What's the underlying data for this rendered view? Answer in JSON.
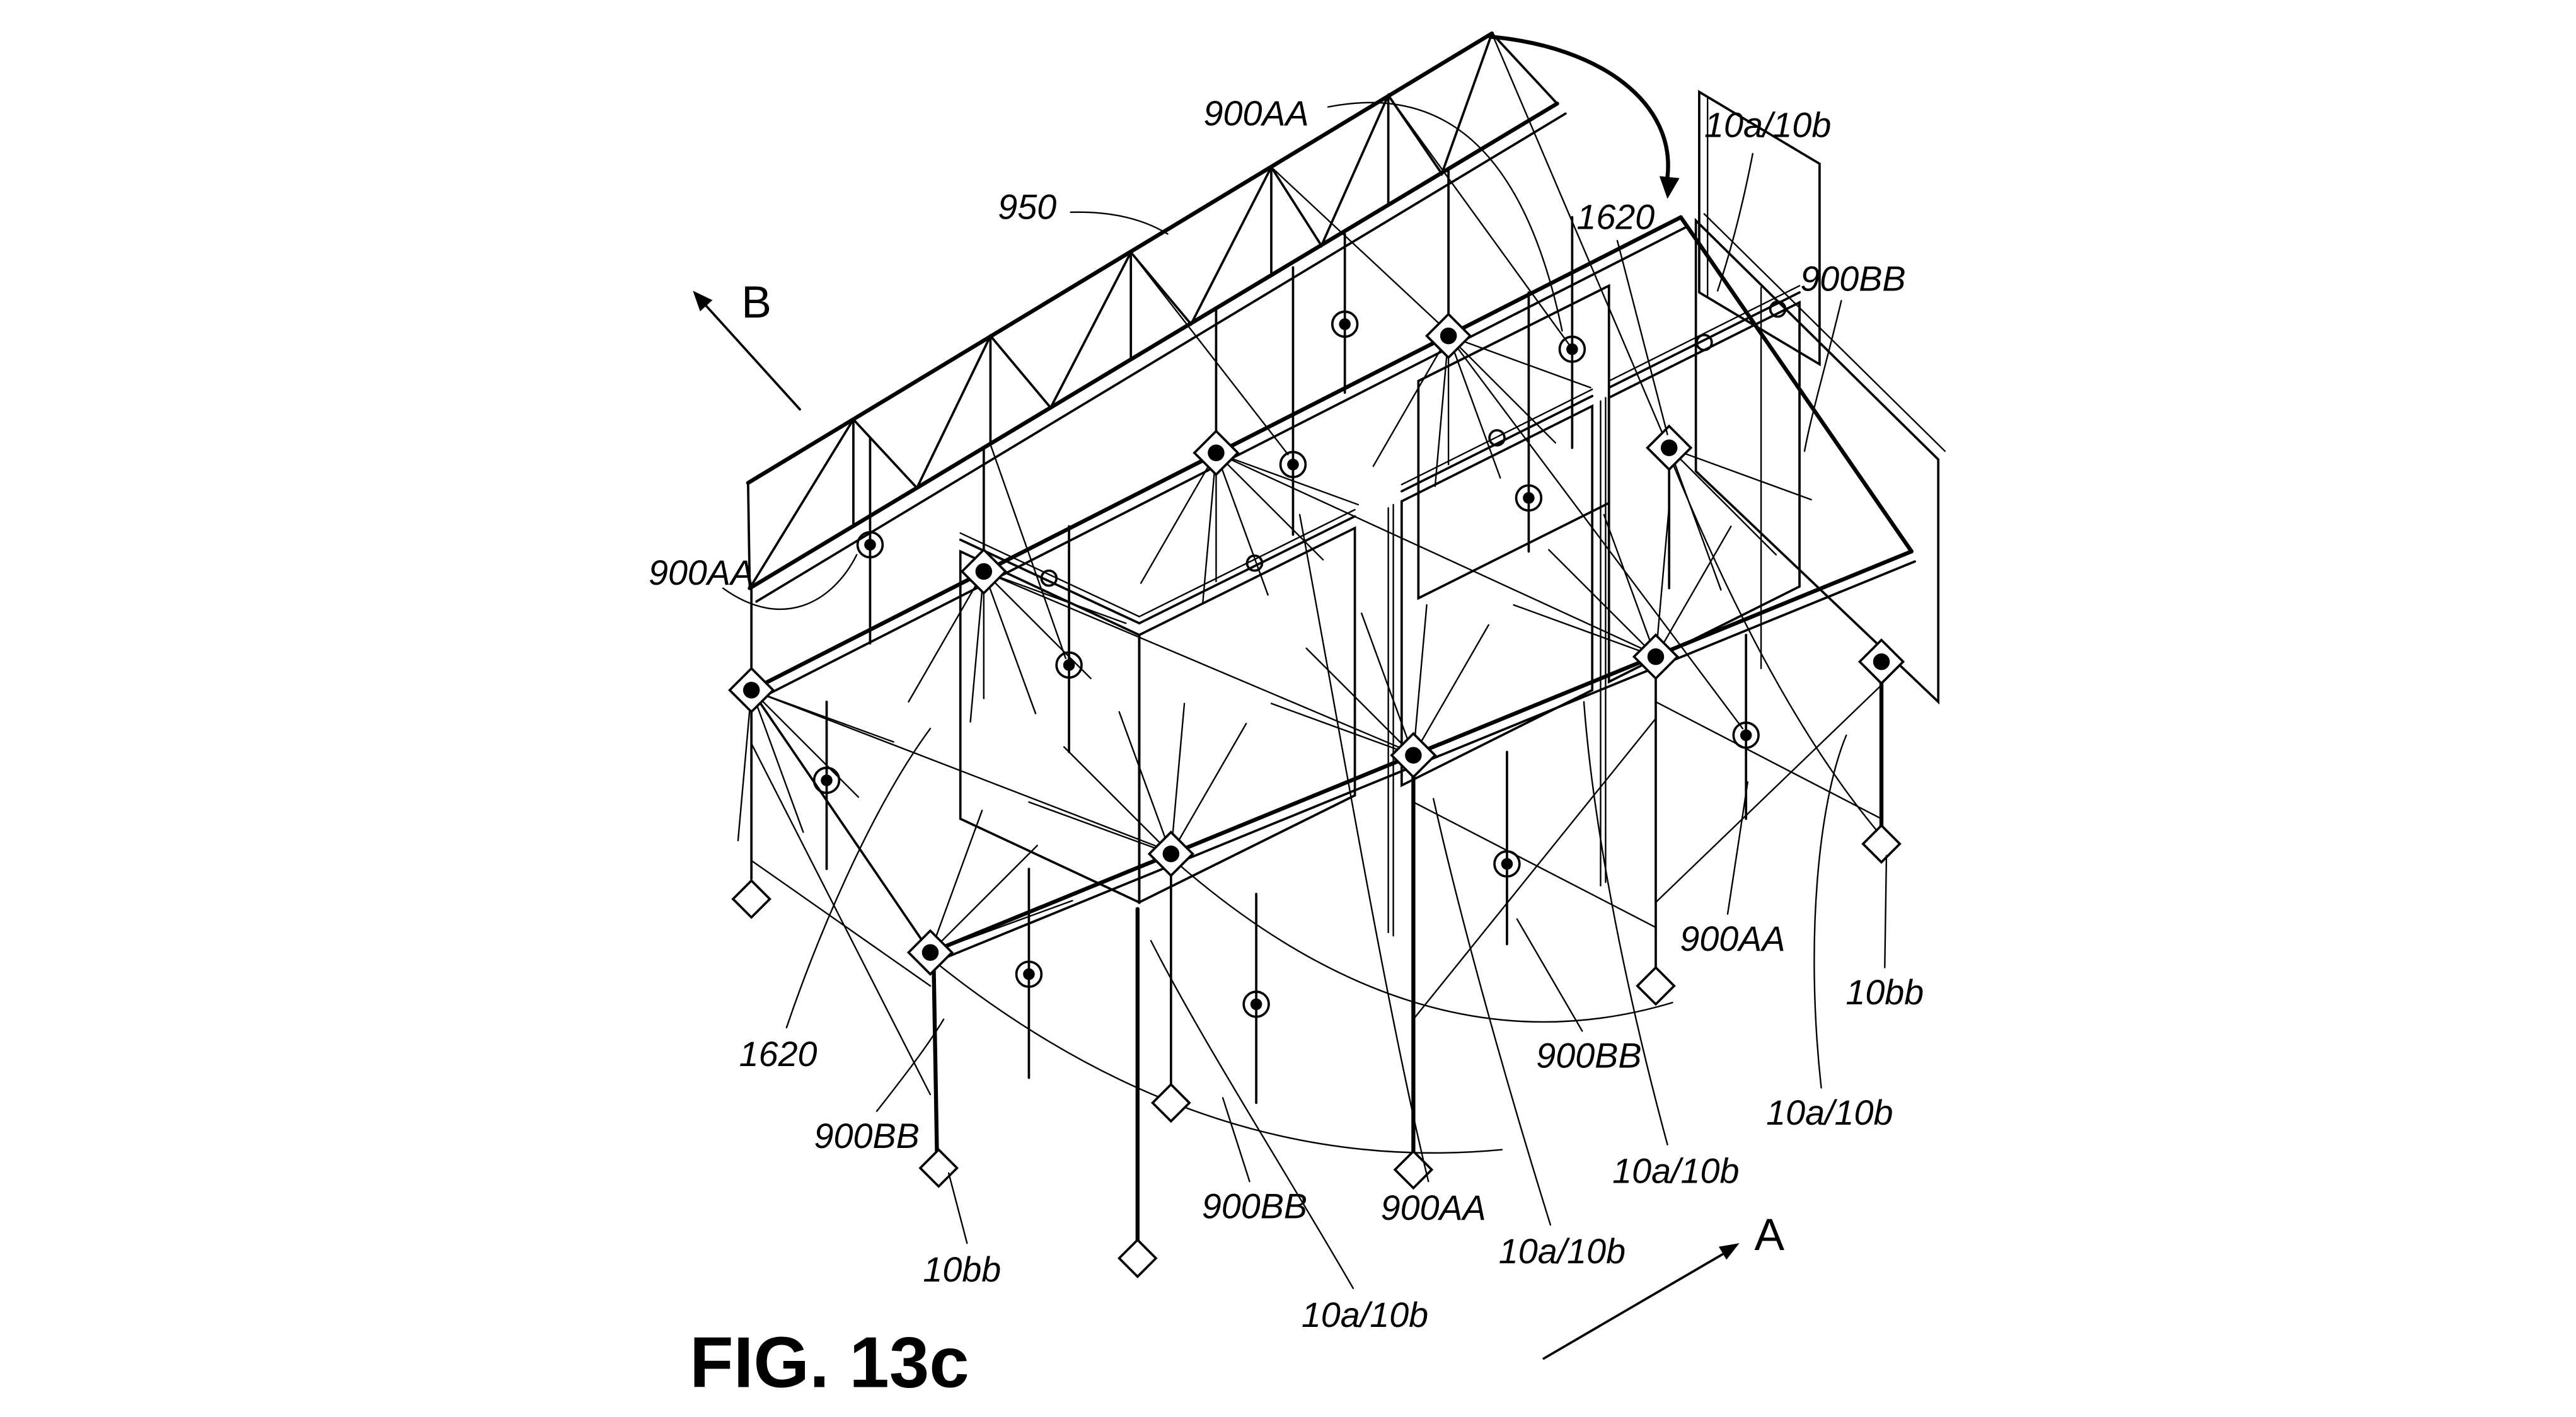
{
  "figure": {
    "caption": "FIG. 13c"
  },
  "colors": {
    "ink": "#000000",
    "paper": "#ffffff"
  },
  "labels": [
    {
      "text": "950"
    },
    {
      "text": "900AA"
    },
    {
      "text": "10a/10b"
    },
    {
      "text": "1620"
    },
    {
      "text": "900BB"
    },
    {
      "text": "B"
    },
    {
      "text": "900AA"
    },
    {
      "text": "1620"
    },
    {
      "text": "900BB"
    },
    {
      "text": "10bb"
    },
    {
      "text": "900BB"
    },
    {
      "text": "10a/10b"
    },
    {
      "text": "900AA"
    },
    {
      "text": "10a/10b"
    },
    {
      "text": "10a/10b"
    },
    {
      "text": "900BB"
    },
    {
      "text": "900AA"
    },
    {
      "text": "10bb"
    },
    {
      "text": "10a/10b"
    },
    {
      "text": "A"
    }
  ]
}
